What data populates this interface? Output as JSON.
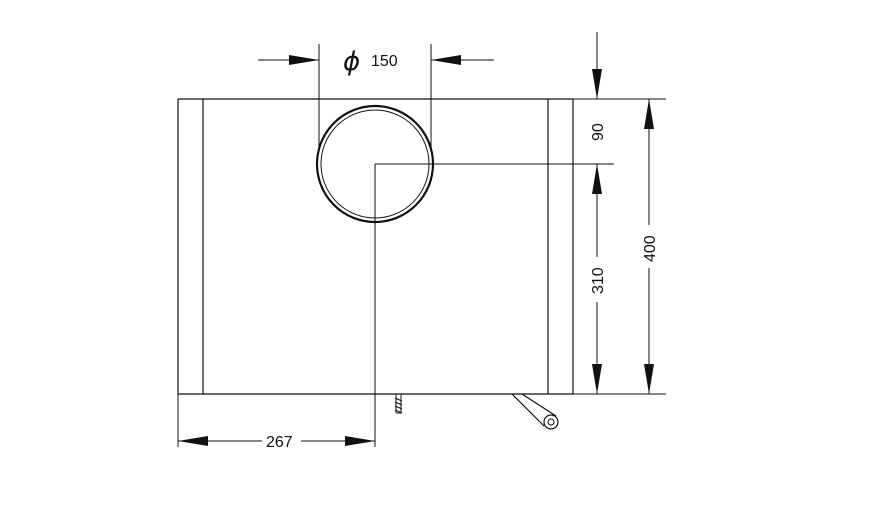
{
  "drawing": {
    "dimensions": {
      "diameter": {
        "symbol": "ϕ",
        "value": "150"
      },
      "top_offset": "90",
      "center_to_bottom": "310",
      "total_height": "400",
      "left_offset": "267"
    }
  },
  "colors": {
    "line": "#111111",
    "background": "#ffffff"
  }
}
